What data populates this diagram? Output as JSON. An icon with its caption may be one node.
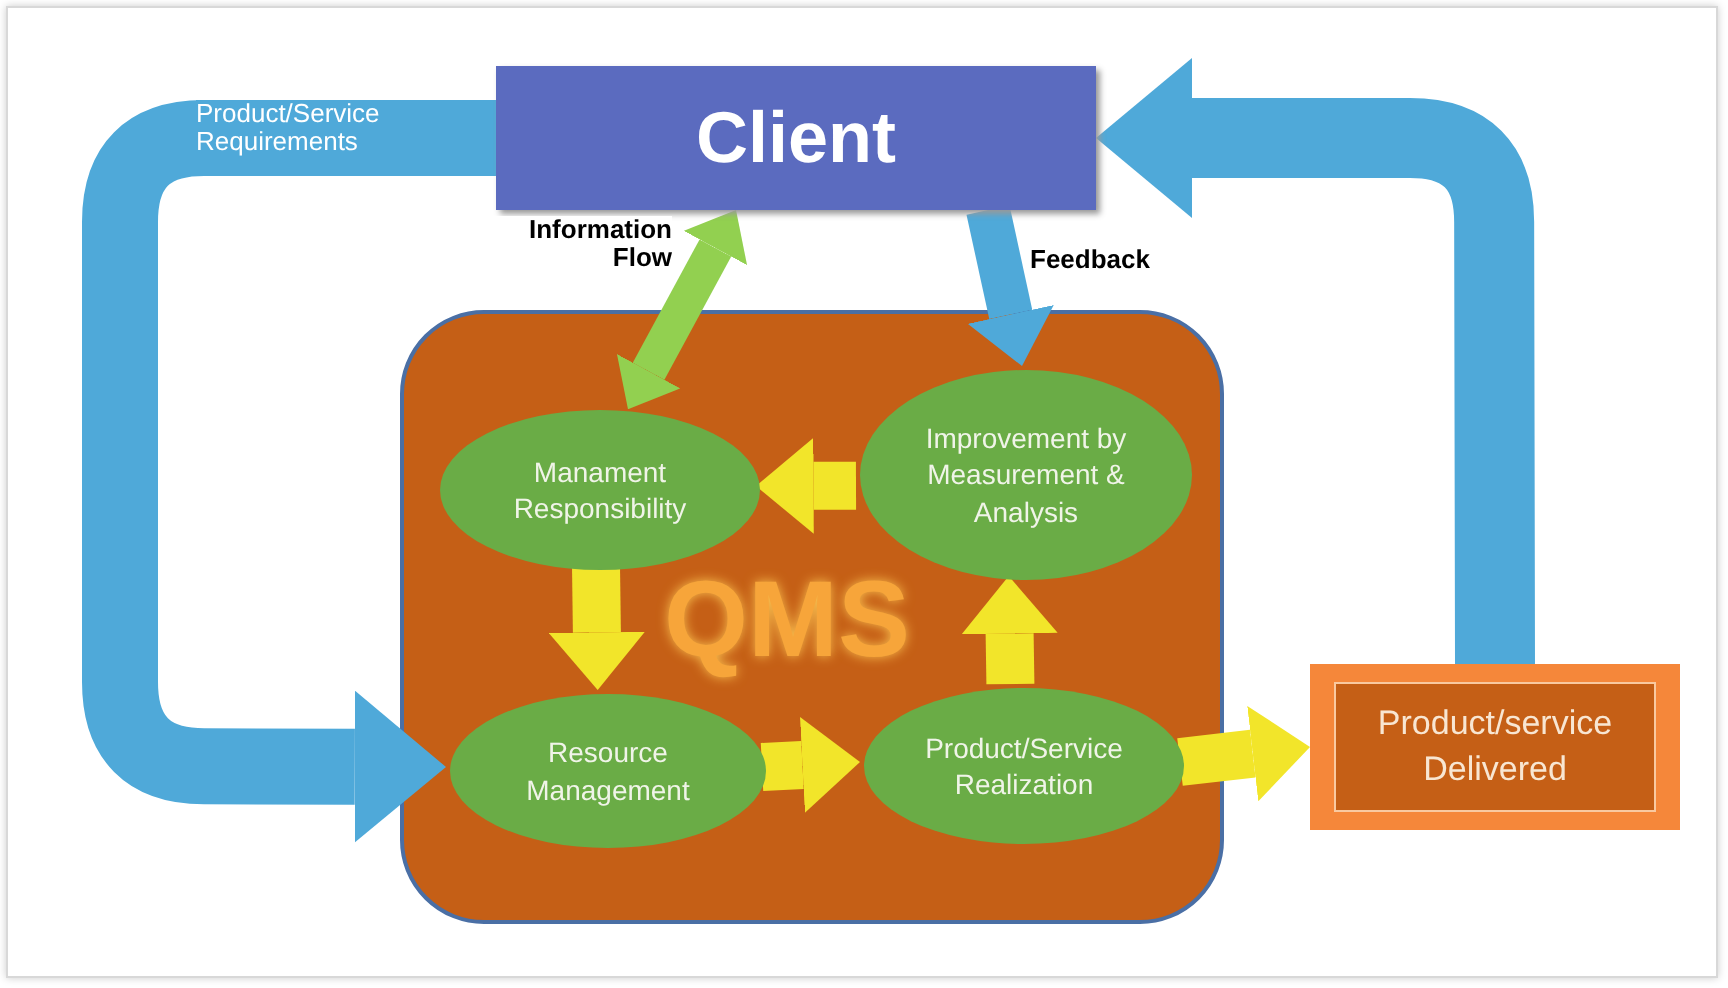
{
  "diagram": {
    "nodes": [
      {
        "text": [
          "Client"
        ]
      },
      {
        "text": [
          "QMS"
        ]
      },
      {
        "text": [
          "Manament Responsibility"
        ],
        "in": 1
      },
      {
        "text": [
          "Improvement by Measurement & Analysis"
        ],
        "in": 1
      },
      {
        "text": [
          "Resource Management"
        ],
        "in": 1
      },
      {
        "text": [
          "Product/Service Realization"
        ],
        "in": 1
      },
      {
        "text": [
          "Product/service Delivered"
        ]
      }
    ],
    "edges": [
      {
        "from": 0,
        "to": 4,
        "arrow": "to",
        "label": "Product/Service Requirements",
        "color": "#4fa9d9"
      },
      {
        "from": 6,
        "to": 0,
        "arrow": "to",
        "color": "#4fa9d9"
      },
      {
        "from": 0,
        "to": 2,
        "arrow": "both",
        "label": "Information Flow",
        "color": "#92d050"
      },
      {
        "from": 0,
        "to": 3,
        "arrow": "to",
        "label": "Feedback",
        "color": "#4fa9d9"
      },
      {
        "from": 3,
        "to": 2,
        "arrow": "to"
      },
      {
        "from": 2,
        "to": 4,
        "arrow": "to"
      },
      {
        "from": 4,
        "to": 5,
        "arrow": "to"
      },
      {
        "from": 5,
        "to": 3,
        "arrow": "to"
      },
      {
        "from": 5,
        "to": 6,
        "arrow": "to"
      }
    ]
  }
}
